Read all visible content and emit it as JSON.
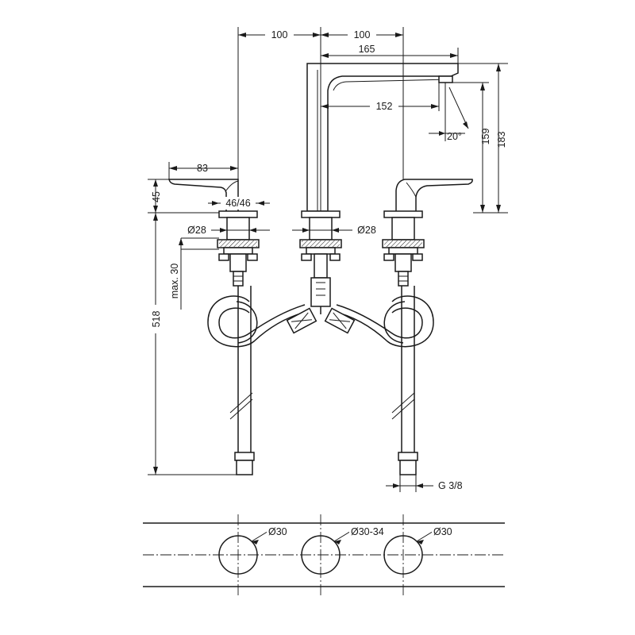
{
  "dimensions": {
    "left_spacing": "100",
    "right_spacing": "100",
    "spout_reach": "165",
    "spout_inner_reach": "152",
    "spout_angle": "20°",
    "spout_outlet_height": "159",
    "spout_total_height": "183",
    "handle_length": "83",
    "handle_height": "45",
    "handle_rotation": "46/46",
    "left_shank_dia": "Ø28",
    "center_shank_dia": "Ø28",
    "mount_depth": "max. 30",
    "total_depth": "518",
    "connection": "G 3/8"
  },
  "cutouts": {
    "left": "Ø30",
    "center": "Ø30-34",
    "right": "Ø30"
  }
}
